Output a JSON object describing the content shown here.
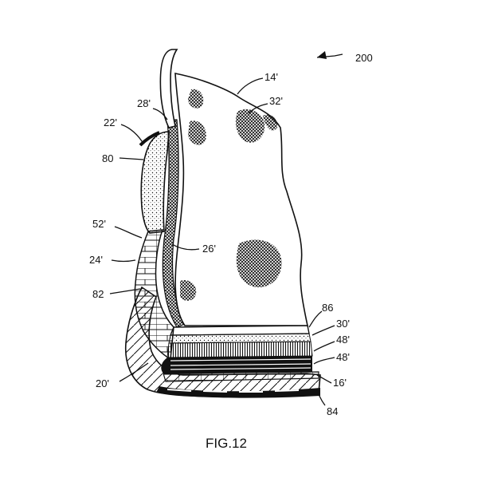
{
  "figure": {
    "caption": "FIG.12",
    "reference_numerals": {
      "r200": "200",
      "r14": "14'",
      "r32": "32'",
      "r28": "28'",
      "r22": "22'",
      "r80": "80",
      "r52": "52'",
      "r26": "26'",
      "r24": "24'",
      "r82": "82",
      "r86": "86",
      "r30": "30'",
      "r48a": "48'",
      "r48b": "48'",
      "r20": "20'",
      "r16": "16'",
      "r84": "84"
    },
    "colors": {
      "ink": "#111111",
      "paper": "#ffffff"
    }
  }
}
